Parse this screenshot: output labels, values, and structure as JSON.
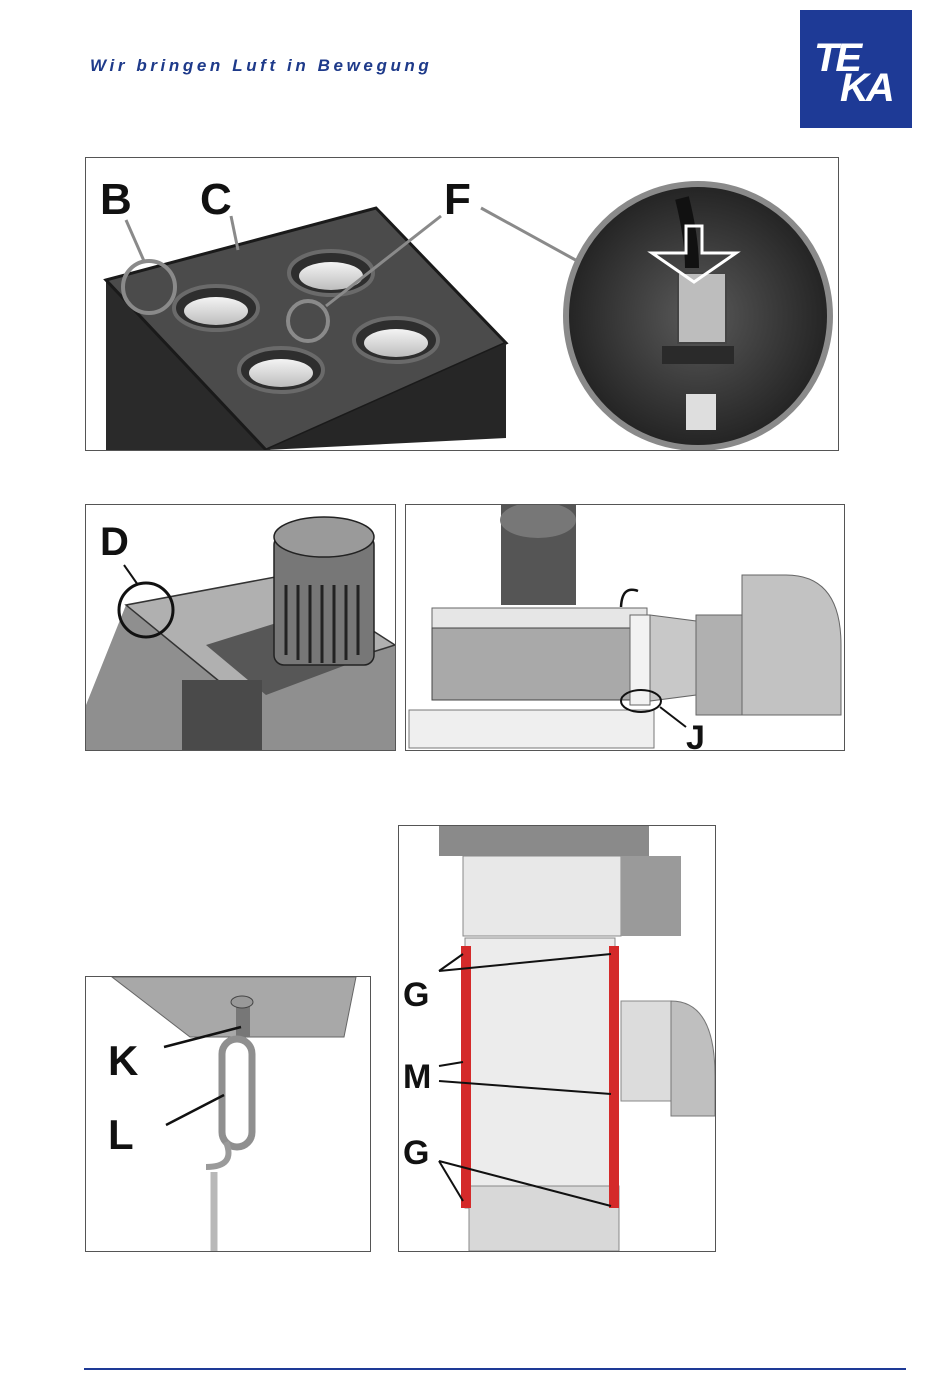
{
  "header": {
    "slogan": "Wir bringen Luft in Bewegung",
    "logo_text": [
      "TE",
      "KA"
    ],
    "brand_color": "#1e3a96"
  },
  "figures": {
    "fig1": {
      "labels": [
        "B",
        "C",
        "F"
      ]
    },
    "fig2": {
      "labels": [
        "D"
      ]
    },
    "fig3": {
      "labels": [
        "J"
      ]
    },
    "fig4": {
      "labels": [
        "K",
        "L"
      ]
    },
    "fig5": {
      "labels": [
        "G",
        "M",
        "G"
      ]
    }
  },
  "colors": {
    "rail_red": "#d42a2a",
    "callout_gray": "#8a8a8a",
    "footer_line": "#1e3a96"
  }
}
